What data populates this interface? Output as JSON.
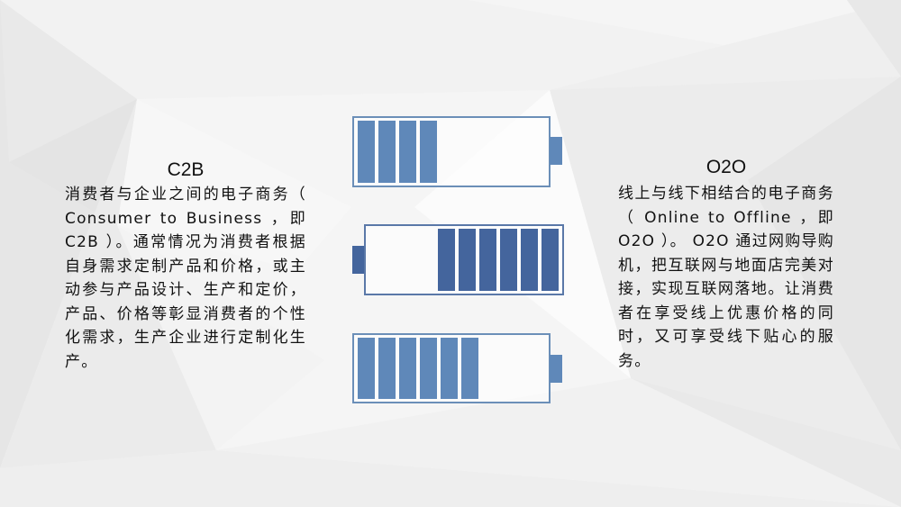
{
  "colors": {
    "battery_light": "#5f88b9",
    "battery_dark": "#44659d",
    "battery_outline": "#6b8fb8",
    "text": "#111111",
    "background": "#f4f4f4"
  },
  "left_panel": {
    "title": "C2B",
    "body": "消费者与企业之间的电子商务（ Consumer to Business ，即 C2B ）。通常情况为消费者根据自身需求定制产品和价格，或主动参与产品设计、生产和定价，产品、价格等彰显消费者的个性化需求，生产企业进行定制化生产。"
  },
  "right_panel": {
    "title": "O2O",
    "body": "线上与线下相结合的电子商务（ Online to Offline ，即 O2O ）。 O2O 通过网购导购机，把互联网与地面店完美对接，实现互联网落地。让消费者在享受线上优惠价格的同时，又可享受线下贴心的服务。"
  },
  "batteries": [
    {
      "name": "top",
      "filled_cells": 4,
      "terminal_side": "right",
      "color": "light"
    },
    {
      "name": "middle",
      "filled_cells": 6,
      "terminal_side": "left",
      "color": "dark"
    },
    {
      "name": "bottom",
      "filled_cells": 6,
      "terminal_side": "right",
      "color": "light"
    }
  ]
}
